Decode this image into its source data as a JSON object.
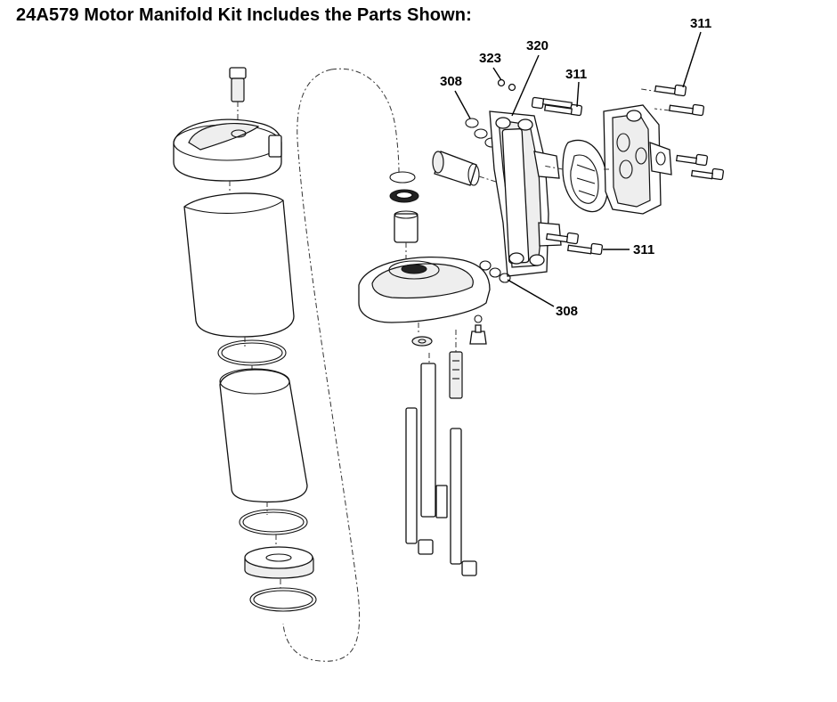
{
  "title": "24A579 Motor Manifold Kit Includes the Parts Shown:",
  "callouts": {
    "c311_top_right": "311",
    "c323": "323",
    "c320": "320",
    "c308_top": "308",
    "c311_mid": "311",
    "c311_right": "311",
    "c308_bottom": "308"
  },
  "colors": {
    "line": "#111111",
    "background": "#ffffff",
    "text": "#000000"
  }
}
